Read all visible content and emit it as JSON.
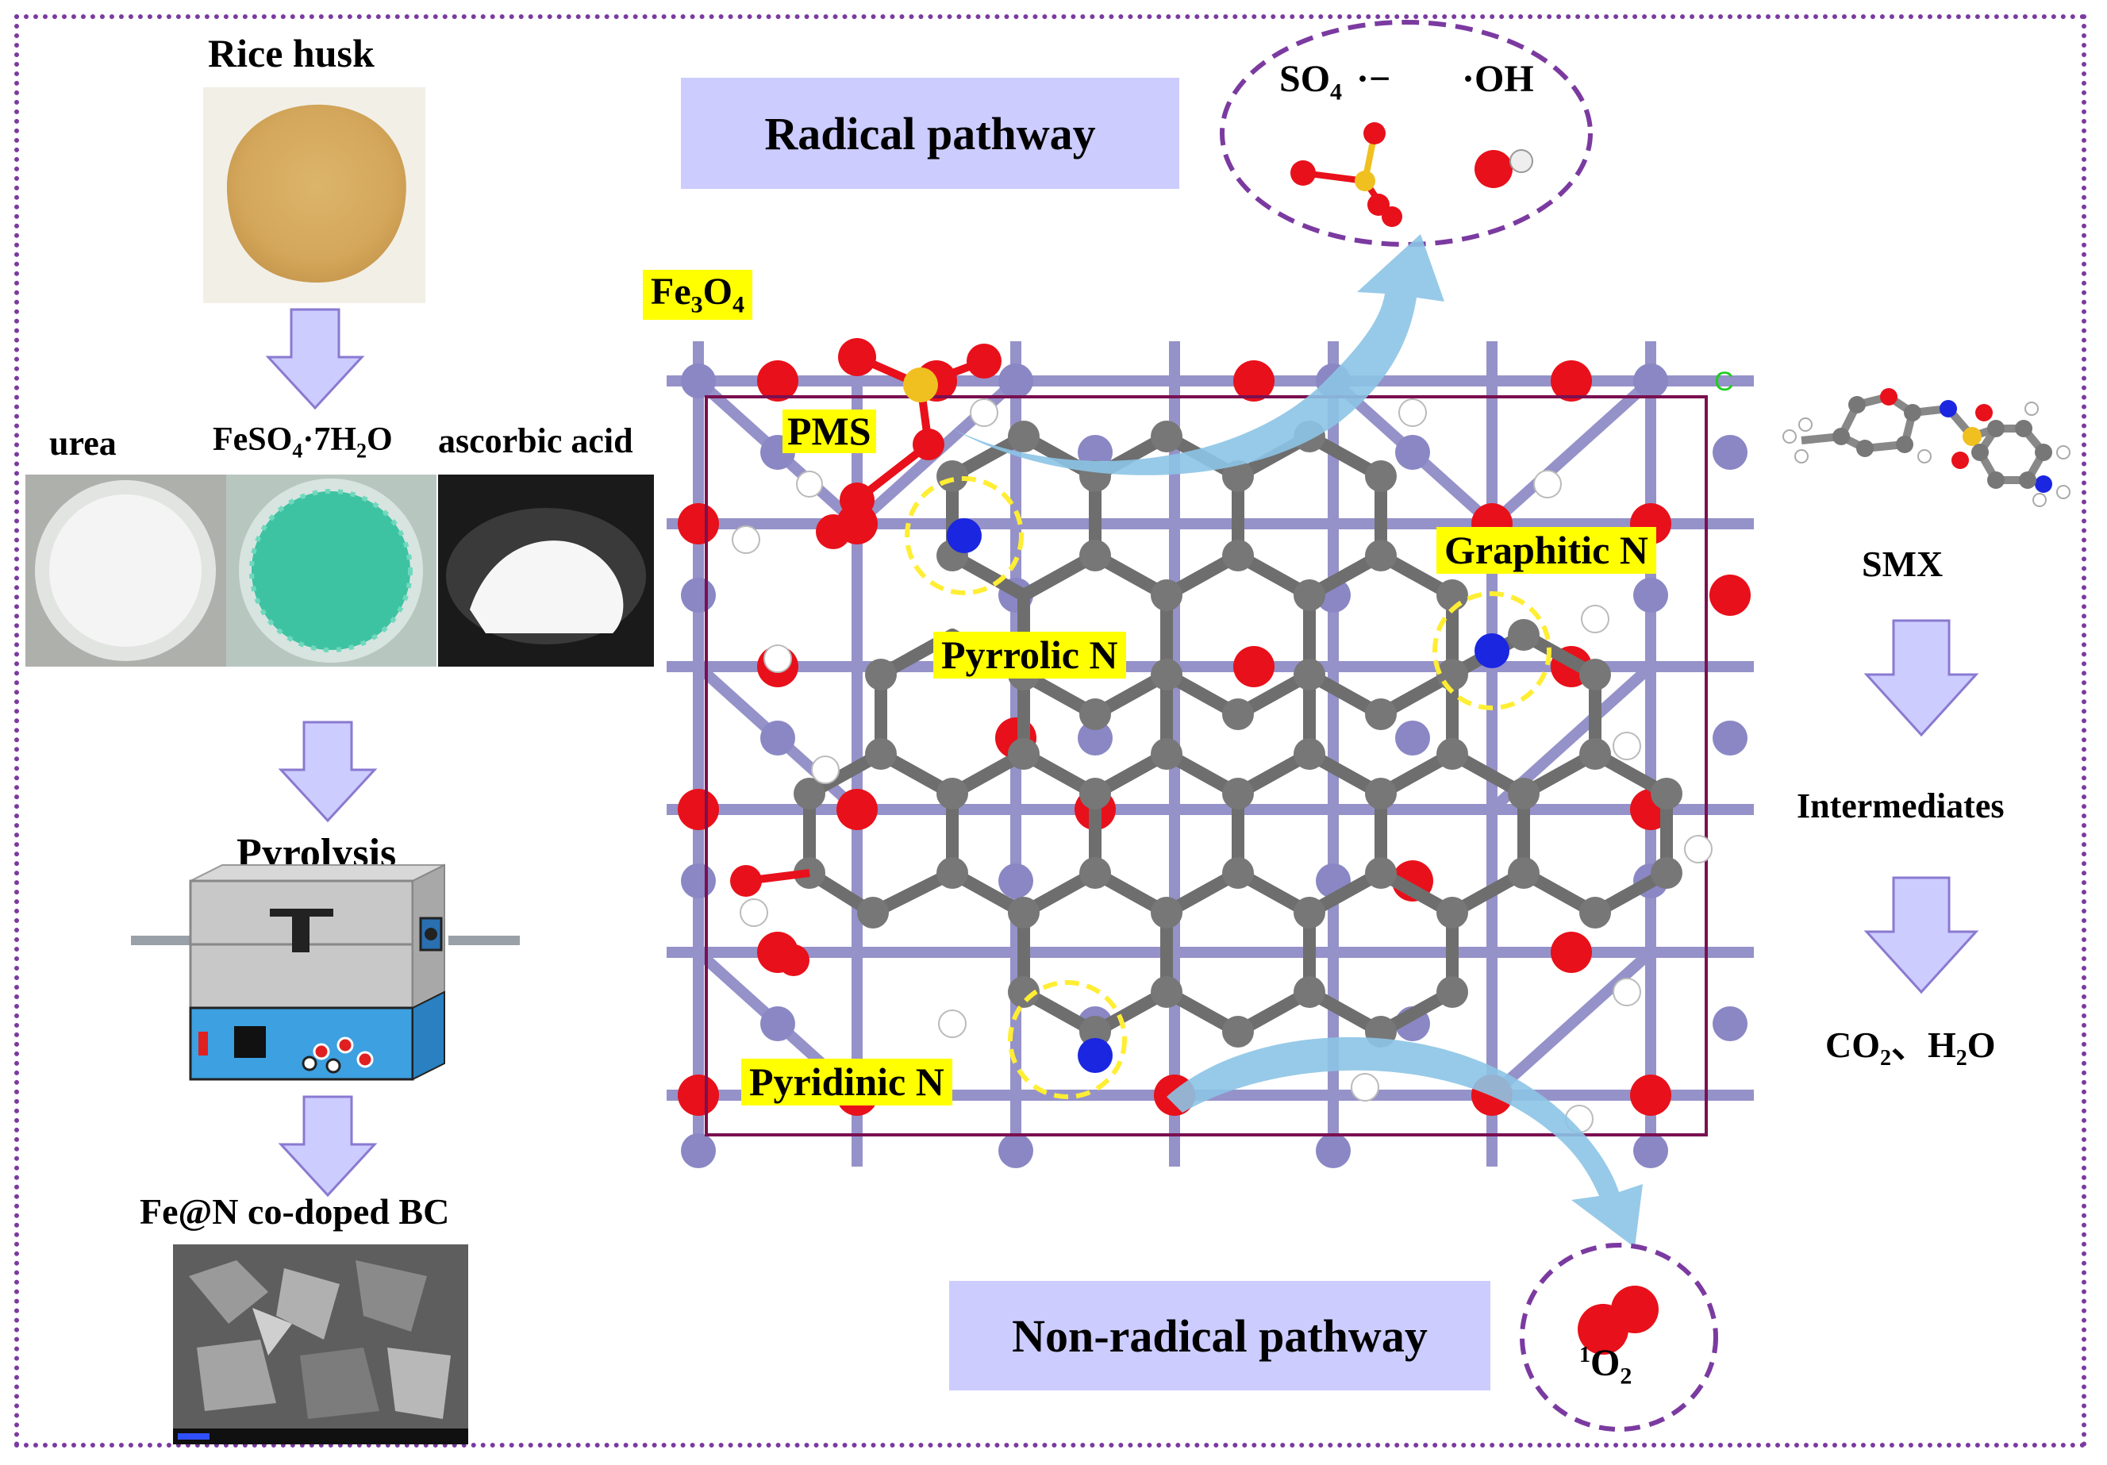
{
  "left_column": {
    "rice_husk": "Rice husk",
    "urea": "urea",
    "feso4": "FeSO",
    "feso4_sub": "4",
    "feso4_rest": "·7H",
    "feso4_sub2": "2",
    "feso4_end": "O",
    "ascorbic_acid": "ascorbic acid",
    "pyrolysis": "Pyrolysis",
    "product": "Fe@N co-doped BC"
  },
  "center": {
    "radical_pathway": "Radical pathway",
    "non_radical_pathway": "Non-radical pathway",
    "fe3o4": "Fe",
    "fe3o4_sub1": "3",
    "fe3o4_mid": "O",
    "fe3o4_sub2": "4",
    "pms": "PMS",
    "pyrrolic_n": "Pyrrolic N",
    "graphitic_n": "Graphitic N",
    "pyridinic_n": "Pyridinic N",
    "so4_radical": "SO",
    "so4_sub": "4",
    "so4_charge": "·−",
    "oh_radical": "·OH",
    "singlet_sup": "1",
    "singlet_o": "O",
    "singlet_sub": "2",
    "cell_corner": "C"
  },
  "right_column": {
    "smx": "SMX",
    "intermediates": "Intermediates",
    "co2": "CO",
    "co2_sub": "2",
    "sep": "、",
    "h2o": "H",
    "h2o_sub": "2",
    "h2o_end": "O"
  },
  "colors": {
    "frame": "#7b3aa0",
    "arrow_fill": "#ccccff",
    "label_highlight": "#ffff00",
    "pathway_box": "#ccccff",
    "curve_arrow": "#8cc4e6",
    "oxygen": "#e8101a",
    "iron": "#8a87c4",
    "carbon": "#777777",
    "nitrogen": "#1a26e0",
    "hydrogen": "#ffffff",
    "sulfur": "#f0c020"
  }
}
